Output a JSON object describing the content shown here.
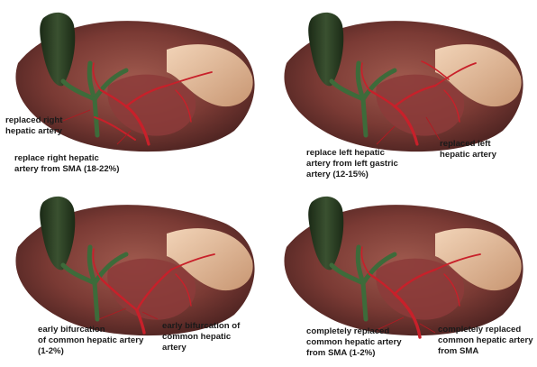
{
  "panels": [
    {
      "variant": "replaced right hepatic",
      "labels": {
        "a": "replaced right\nhepatic artery",
        "b": "replace right hepatic\nartery from SMA (18-22%)"
      }
    },
    {
      "variant": "replaced left hepatic",
      "labels": {
        "a": "replace left hepatic\nartery from left gastric\nartery (12-15%)",
        "b": "replaced left\nhepatic artery"
      }
    },
    {
      "variant": "early bifurcation",
      "labels": {
        "a": "early bifurcation\nof common hepatic artery\n(1-2%)",
        "b": "early bifurcation of\ncommon hepatic\nartery"
      }
    },
    {
      "variant": "completely replaced",
      "labels": {
        "a": "completely replaced\ncommon hepatic artery\nfrom SMA (1-2%)",
        "b": "completely replaced\ncommon hepatic artery\nfrom SMA"
      }
    }
  ],
  "colors": {
    "artery": "#c8202a",
    "gallbladder": "#2a3b22",
    "duct": "#3d6b3a",
    "liver": "#7a3a34",
    "stomach": "#d9b08e",
    "leader_line": "#b11a22"
  }
}
